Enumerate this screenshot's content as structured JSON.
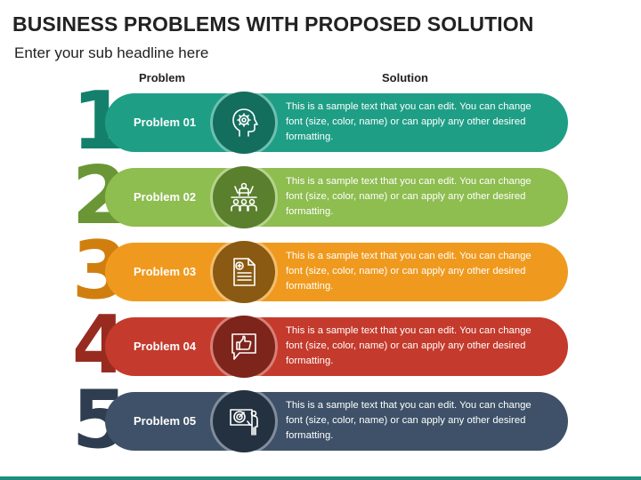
{
  "title": "BUSINESS PROBLEMS WITH PROPOSED SOLUTION",
  "subtitle": "Enter your sub headline here",
  "headers": {
    "problem": "Problem",
    "solution": "Solution"
  },
  "rows": [
    {
      "number": "1",
      "problem": "Problem 01",
      "solution": "This is a sample text that you can edit. You can change font (size, color, name) or can apply any other desired formatting.",
      "icon": "head-gear-icon",
      "colors": {
        "pill": "#1f9e86",
        "number": "#14806c",
        "circle": "#136e5e"
      }
    },
    {
      "number": "2",
      "problem": "Problem 02",
      "solution": "This is a sample text that you can edit. You can change font (size, color, name) or can apply any other desired formatting.",
      "icon": "team-meeting-icon",
      "colors": {
        "pill": "#8ebd50",
        "number": "#6a9636",
        "circle": "#5a7f2d"
      }
    },
    {
      "number": "3",
      "problem": "Problem 03",
      "solution": "This is a sample text that you can edit. You can change font (size, color, name) or can apply any other desired formatting.",
      "icon": "document-icon",
      "colors": {
        "pill": "#ef9a1e",
        "number": "#d07f0f",
        "circle": "#8a5a12"
      }
    },
    {
      "number": "4",
      "problem": "Problem 04",
      "solution": "This is a sample text that you can edit. You can change font (size, color, name) or can apply any other desired formatting.",
      "icon": "thumbs-up-chat-icon",
      "colors": {
        "pill": "#c43a2c",
        "number": "#982b20",
        "circle": "#7d241b"
      }
    },
    {
      "number": "5",
      "problem": "Problem 05",
      "solution": "This is a sample text that you can edit. You can change font (size, color, name) or can apply any other desired formatting.",
      "icon": "presentation-target-icon",
      "colors": {
        "pill": "#3e5168",
        "number": "#2e3d50",
        "circle": "#243140"
      }
    }
  ]
}
